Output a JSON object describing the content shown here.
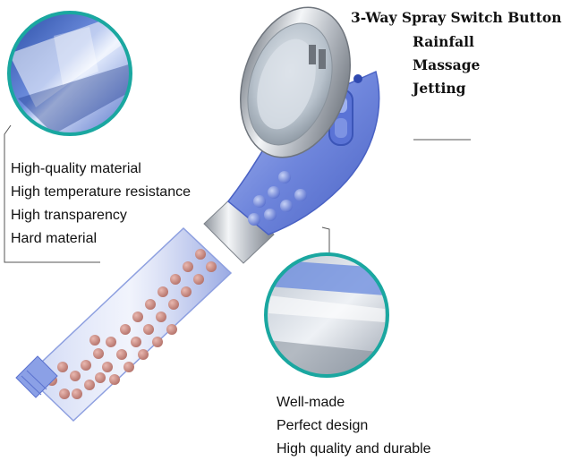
{
  "spray_switch": {
    "title": "3-Way Spray Switch Button",
    "modes": [
      "Rainfall",
      "Massage",
      "Jetting"
    ]
  },
  "material_features": [
    "High-quality material",
    "High temperature resistance",
    "High transparency",
    "Hard material"
  ],
  "design_features": [
    "Well-made",
    "Perfect design",
    "High quality and durable"
  ],
  "colors": {
    "accent_teal": "#1aa7a0",
    "body_blue": "#6b82d8",
    "chrome": "#c8ccd2",
    "beads": "#c98a82"
  }
}
